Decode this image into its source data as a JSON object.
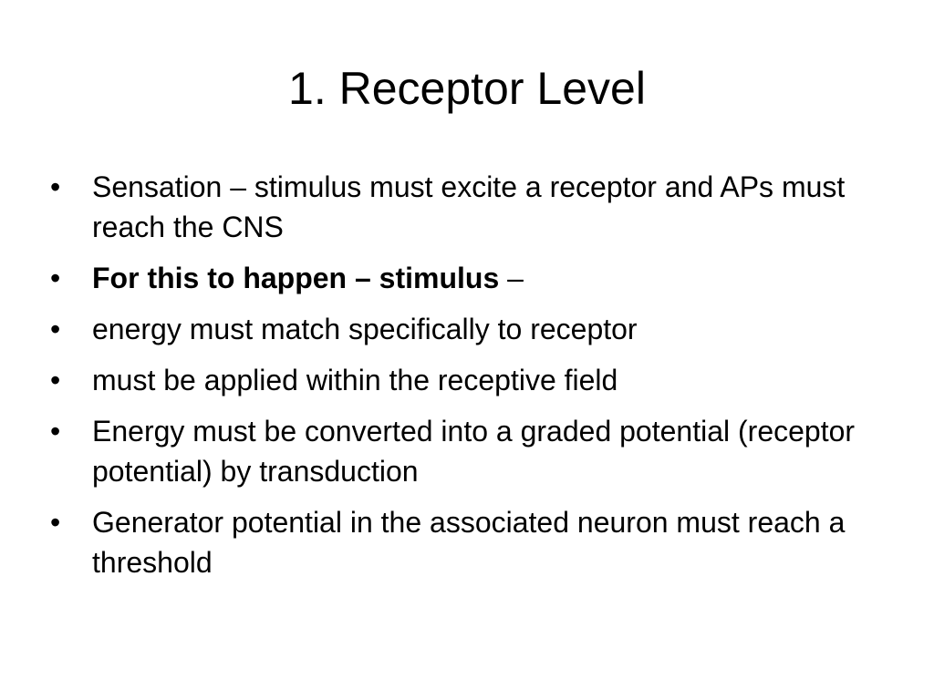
{
  "slide": {
    "title": "1. Receptor Level",
    "bullet_glyph": "•",
    "bullets": [
      {
        "text": "Sensation – stimulus must excite a receptor and APs must reach the CNS"
      },
      {
        "bold": "For this to happen – stimulus",
        "rest": " –"
      },
      {
        "text": "energy must match specifically to receptor"
      },
      {
        "text": "must be applied within the receptive field"
      },
      {
        "text": "Energy must be converted into a graded potential (receptor potential) by transduction"
      },
      {
        "text": "Generator potential in the associated neuron must reach a threshold"
      }
    ]
  }
}
